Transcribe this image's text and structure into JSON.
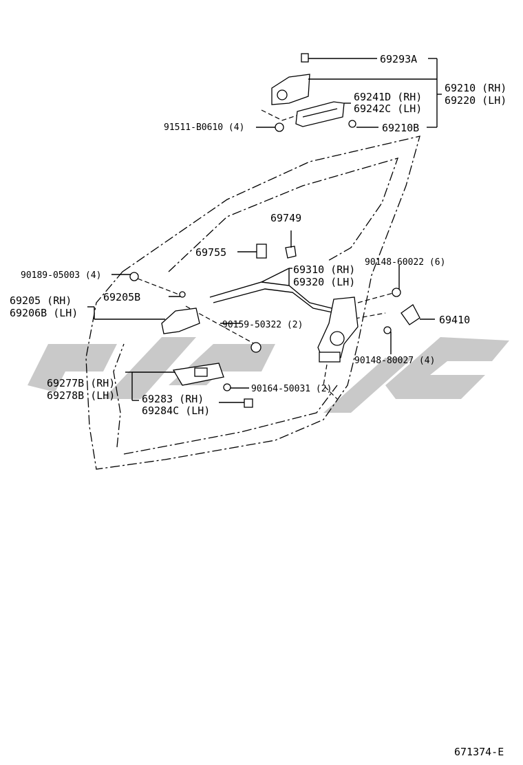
{
  "labels": {
    "p69293A": "69293A",
    "p69210": "69210 (RH)",
    "p69220": "69220 (LH)",
    "p69241D": "69241D (RH)",
    "p69242C": "69242C (LH)",
    "p91511": "91511-B0610 (4)",
    "p69210B": "69210B",
    "p69749": "69749",
    "p69755": "69755",
    "p90189": "90189-05003 (4)",
    "p69310": "69310 (RH)",
    "p69320": "69320 (LH)",
    "p90148_60022": "90148-60022 (6)",
    "p69205": "69205  (RH)",
    "p69206B": "69206B (LH)",
    "p69205B": "69205B",
    "p90159": "90159-50322 (2)",
    "p69410": "69410",
    "p90148_80027": "90148-80027 (4)",
    "p69277B": "69277B (RH)",
    "p69278B": "69278B (LH)",
    "p90164": "90164-50031 (2)",
    "p69283": "69283   (RH)",
    "p69284C": "69284C (LH)"
  },
  "footer": {
    "code": "671374-E"
  },
  "colors": {
    "ink": "#000000",
    "watermark": "#c9c9c9"
  }
}
